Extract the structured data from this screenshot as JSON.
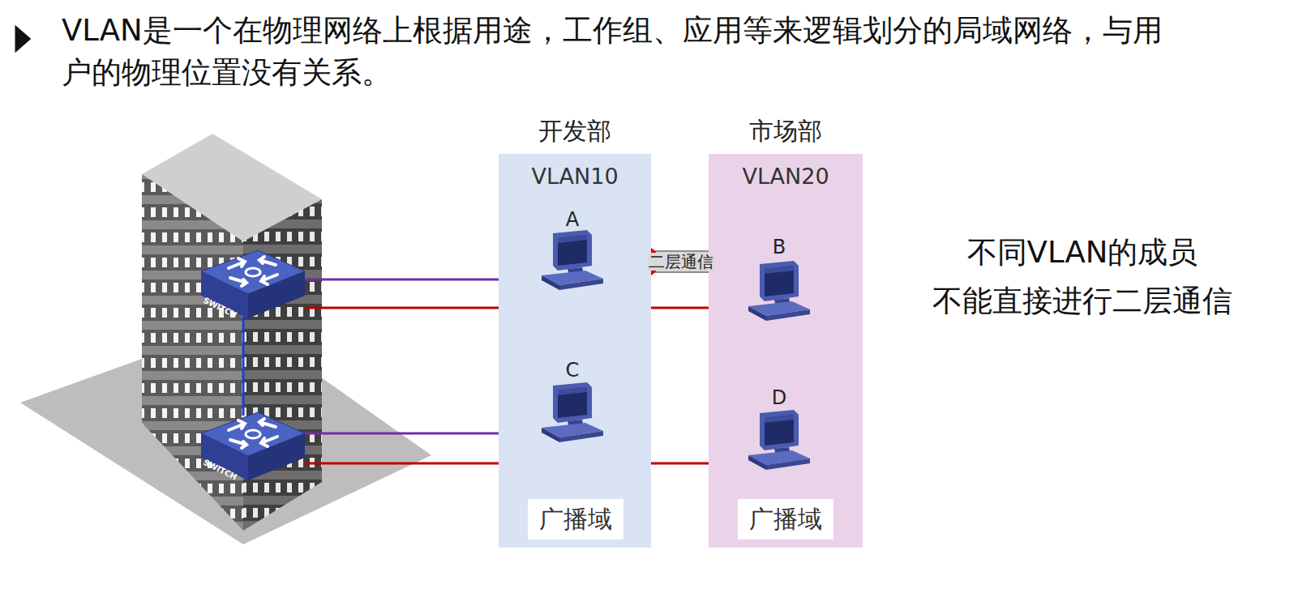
{
  "diagram": {
    "title": "VLAN是一个在物理网络上根据用途，工作组、应用等来逻辑划分的局域网络，与用户的物理位置没有关系。",
    "nodes": [
      {
        "text": [
          "开发部",
          "VLAN10"
        ]
      },
      {
        "text": [
          "A"
        ],
        "in": 0
      },
      {
        "text": [
          "C"
        ],
        "in": 0
      },
      {
        "text": [
          "广播域"
        ],
        "in": 0
      },
      {
        "text": [
          "市场部",
          "VLAN20"
        ]
      },
      {
        "text": [
          "B"
        ],
        "in": 4
      },
      {
        "text": [
          "D"
        ],
        "in": 4
      },
      {
        "text": [
          "广播域"
        ],
        "in": 4
      },
      {
        "text": [
          "SWITCH"
        ]
      },
      {
        "text": [
          "SWITCH"
        ]
      }
    ],
    "edges": [
      {
        "from": 8,
        "to": 1,
        "arrow": "none"
      },
      {
        "from": 8,
        "to": 5,
        "arrow": "none"
      },
      {
        "from": 9,
        "to": 2,
        "arrow": "none"
      },
      {
        "from": 9,
        "to": 6,
        "arrow": "none"
      },
      {
        "from": 8,
        "to": 9,
        "arrow": "none"
      },
      {
        "from": 1,
        "to": 5,
        "label": "二层通信",
        "arrow": "both"
      }
    ],
    "labels": [
      "不同VLAN的成员 不能直接进行二层通信"
    ]
  }
}
